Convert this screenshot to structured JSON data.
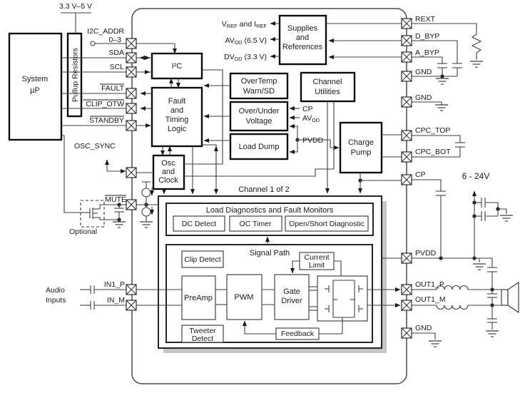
{
  "colors": {
    "wire": "#3f3f3f",
    "box_border": "#0d0d0d",
    "shadow": "#c6c6c6",
    "text": "#1a1a1a",
    "background": "#ffffff"
  },
  "labels": {
    "supply33": "3.3 V–5 V",
    "system1": "System",
    "system2": "µP",
    "pullup": "Pullup Resistors",
    "optional": "Optional",
    "audio1": "Audio",
    "audio2": "Inputs",
    "osc_sync": "OSC_SYNC",
    "rail": "6 - 24V",
    "channel_title": "Channel 1 of 2"
  },
  "pins_left": {
    "i2c_addr1": "I2C_ADDR",
    "i2c_addr2": "0–3",
    "sda": "SDA",
    "scl": "SCL",
    "fault": "FAULT",
    "clip": "CLIP_OTW",
    "standby": "STANDBY",
    "mute": "MUTE",
    "in1p": "IN1_P",
    "inm": "IN_M"
  },
  "pins_right": {
    "rext": "REXT",
    "dbyp": "D_BYP",
    "abyp": "A_BYP",
    "gnd1": "GND",
    "gnd2": "GND",
    "cpctop": "CPC_TOP",
    "cpcbot": "CPC_BOT",
    "cp": "CP",
    "pvdd": "PVDD",
    "out1p": "OUT1_P",
    "out1m": "OUT1_M",
    "gnd3": "GND"
  },
  "blocks": {
    "i2c": "I²C",
    "fault1": "Fault",
    "fault2": "and",
    "fault3": "Timing",
    "fault4": "Logic",
    "osc1": "Osc",
    "osc2": "and",
    "osc3": "Clock",
    "ot1": "OverTemp",
    "ot2": "Warn/SD",
    "ouv1": "Over/Under",
    "ouv2": "Voltage",
    "ld": "Load Dump",
    "sup1": "Supplies",
    "sup2": "and",
    "sup3": "References",
    "cu1": "Channel",
    "cu2": "Utilities",
    "cp1": "Charge",
    "cp2": "Pump"
  },
  "supplies": {
    "v": "V",
    "vsub": "REF",
    "and": " and ",
    "i": "I",
    "isub": "REF",
    "av": "AV",
    "avsub": "DD",
    "avrest": " (6.5 V)",
    "dv": "DV",
    "dvsub": "DD",
    "dvrest": " (3.3 V)"
  },
  "nets": {
    "cp": "CP",
    "av": "AV",
    "avsub": "DD",
    "pvdd": "PVDD"
  },
  "channel": {
    "ld_title": "Load Diagnostics and Fault Monitors",
    "dc": "DC Detect",
    "oc": "OC Timer",
    "osd": "Open/Short Diagnostic",
    "sp_title": "Signal Path",
    "clip": "Clip Detect",
    "cl1": "Current",
    "cl2": "Limit",
    "preamp": "PreAmp",
    "pwm": "PWM",
    "gd1": "Gate",
    "gd2": "Driver",
    "tw1": "Tweeter",
    "tw2": "Detect",
    "fb": "Feedback"
  }
}
